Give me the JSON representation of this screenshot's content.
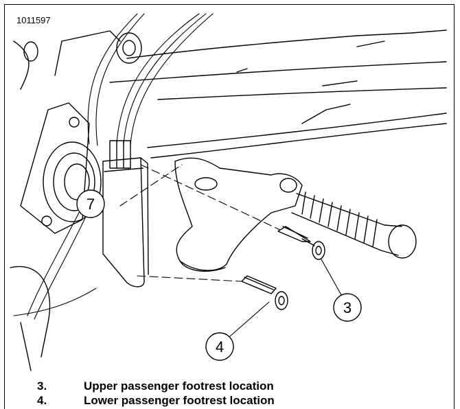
{
  "figure": {
    "id": "1011597",
    "callouts": [
      "7",
      "3",
      "4"
    ]
  },
  "captions": [
    {
      "number": "3.",
      "text": "Upper passenger footrest location"
    },
    {
      "number": "4.",
      "text": "Lower passenger footrest location"
    }
  ]
}
